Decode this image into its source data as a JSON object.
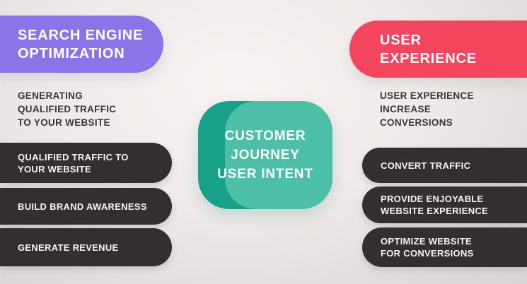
{
  "left_panel": {
    "header": "SEARCH ENGINE\nOPTIMIZATION",
    "intro": "GENERATING\nQUALIFIED TRAFFIC\nTO YOUR WEBSITE",
    "pills": [
      "QUALIFIED TRAFFIC TO\nYOUR WEBSITE",
      "BUILD BRAND AWARENESS",
      "GENERATE REVENUE"
    ]
  },
  "center": {
    "badge": "CUSTOMER\nJOURNEY\nUSER INTENT"
  },
  "right_panel": {
    "header": "USER\nEXPERIENCE",
    "intro": "USER EXPERIENCE\nINCREASE\nCONVERSIONS",
    "pills": [
      "CONVERT TRAFFIC",
      "PROVIDE ENJOYABLE\nWEBSITE EXPERIENCE",
      "OPTIMIZE WEBSITE\nFOR CONVERSIONS"
    ]
  },
  "colors": {
    "seo_header": "#8a74e8",
    "ux_header": "#f4455f",
    "pill_background": "#332e2f",
    "badge_teal_dark": "#17a189",
    "badge_teal_light": "#4cbfa6",
    "intro_text": "#3b3637",
    "header_text": "#ffffff",
    "background_light": "#f7f3f2",
    "background_dark": "#d9d4d3"
  }
}
